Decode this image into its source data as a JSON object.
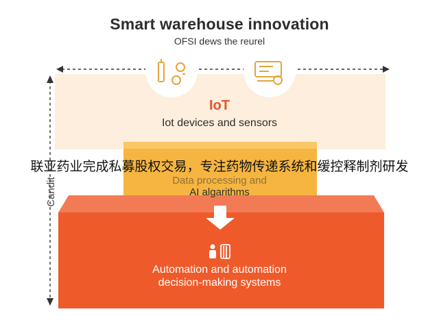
{
  "title": "Smart warehouse innovation",
  "subtitle": "OFSI dews the reurel",
  "side_label": "Candit",
  "banner": "联亚药业完成私募股权交易，专注药物传递系统和缓控释制剂研发",
  "layers": {
    "iot": {
      "title": "IoT",
      "description": "Iot devices and sensors"
    },
    "ai": {
      "line1": "Data processing and",
      "line2": "AI algarithms"
    },
    "automation": {
      "line1": "Automation and automation",
      "line2": "decision-making systems"
    }
  },
  "colors": {
    "top_layer": "#fdeedd",
    "middle_layer": "#f6b540",
    "bottom_layer": "#ef5a2a",
    "accent": "#e0552b",
    "icon": "#e2a43b"
  }
}
